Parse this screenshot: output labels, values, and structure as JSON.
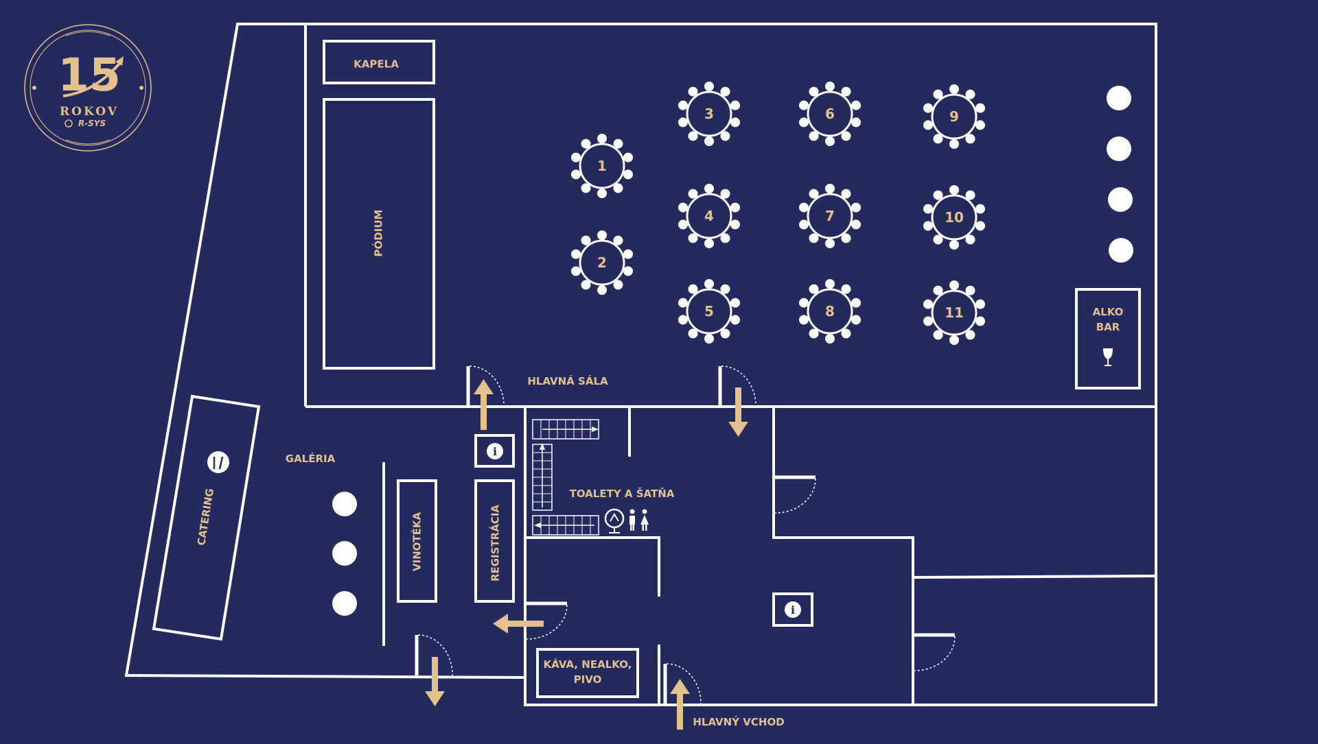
{
  "logo": {
    "number": "15",
    "word": "ROKOV",
    "brand": "R-SYS"
  },
  "labels": {
    "kapela": "KAPELA",
    "podium": "PÓDIUM",
    "hlavna_sala": "HLAVNÁ SÁLA",
    "galeria": "GALÉRIA",
    "catering": "CATERING",
    "vinoteka": "VINOTÉKA",
    "registracia": "REGISTRÁCIA",
    "toalety": "TOALETY A ŠATŇA",
    "kava_line1": "KÁVA, NEALKO,",
    "kava_line2": "PIVO",
    "alko_line1": "ALKO",
    "alko_line2": "BAR",
    "hlavny_vchod": "HLAVNÝ VCHOD"
  },
  "tables": [
    "1",
    "2",
    "3",
    "4",
    "5",
    "6",
    "7",
    "8",
    "9",
    "10",
    "11"
  ],
  "icons": {
    "info": "i",
    "wine": "wine-glass-icon",
    "catering": "cutlery-icon",
    "toilets": "restroom-icon",
    "wardrobe": "cloakroom-icon"
  },
  "colors": {
    "background": "#252a5e",
    "accent": "#e3c08c",
    "lines": "#ffffff"
  }
}
